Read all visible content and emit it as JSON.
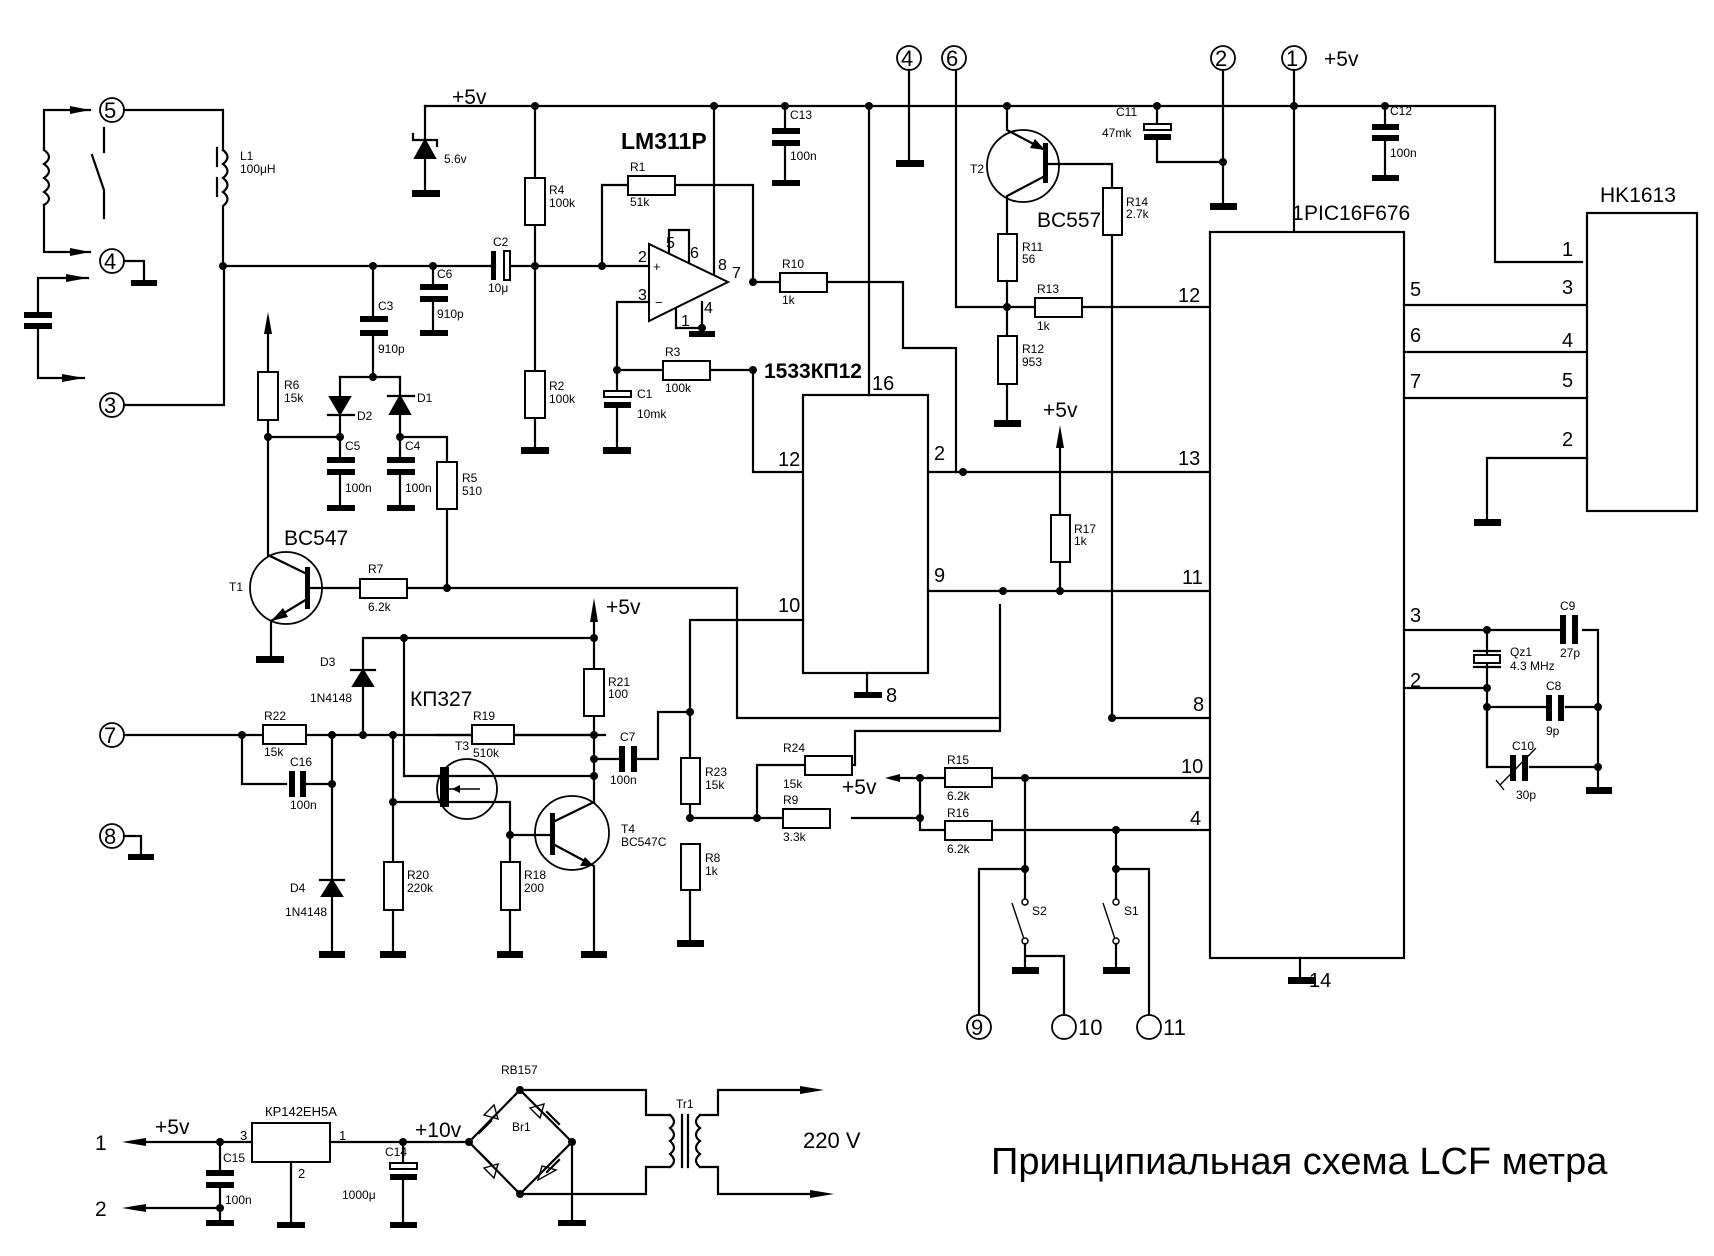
{
  "title": "Принципиальная схема LCF метра",
  "connectors": {
    "c1": "1",
    "c2": "2",
    "c3": "3",
    "c4": "4",
    "c5": "5",
    "c6": "6",
    "c7": "7",
    "c8": "8",
    "c9": "9",
    "c10": "10",
    "c11": "11",
    "c4top": "4",
    "c6top": "6",
    "c2top": "2",
    "c1top": "1"
  },
  "rails": {
    "plus5_main": "+5v",
    "plus5_right": "+5v",
    "plus5_r17": "+5v",
    "plus5_r21": "+5v",
    "plus5_r15": "+5v",
    "plus5_psu": "+5v",
    "plus10_psu": "+10v",
    "mains": "220 V"
  },
  "ics": {
    "comparator": {
      "name": "LM311P",
      "pins": {
        "p2": "2",
        "p3": "3",
        "p5": "5",
        "p6": "6",
        "p8": "8",
        "p7": "7",
        "p4": "4",
        "p1": "1"
      },
      "plus": "+",
      "minus": "−"
    },
    "mux": {
      "name": "1533КП12",
      "pins": {
        "p16": "16",
        "p12": "12",
        "p2": "2",
        "p9": "9",
        "p10": "10",
        "p8": "8"
      }
    },
    "mcu": {
      "name": "PIC16F676",
      "pins": {
        "p1": "1",
        "p12": "12",
        "p13": "13",
        "p11": "11",
        "p8": "8",
        "p10": "10",
        "p4": "4",
        "p14": "14",
        "p5": "5",
        "p6": "6",
        "p7": "7",
        "p3": "3",
        "p2": "2"
      }
    },
    "lcd": {
      "name": "HK1613",
      "pins": {
        "p1": "1",
        "p3": "3",
        "p4": "4",
        "p5": "5",
        "p2": "2"
      }
    },
    "regulator": {
      "name": "КР142ЕН5А",
      "pins": {
        "p3": "3",
        "p1": "1",
        "p2": "2"
      }
    }
  },
  "components": {
    "L1": {
      "ref": "L1",
      "value": "100μH"
    },
    "zener": {
      "value": "5.6v"
    },
    "C1": {
      "ref": "C1",
      "value": "10mk"
    },
    "C2": {
      "ref": "C2",
      "value": "10μ"
    },
    "C3": {
      "ref": "C3",
      "value": "910p"
    },
    "C4": {
      "ref": "C4",
      "value": "100n"
    },
    "C5": {
      "ref": "C5",
      "value": "100n"
    },
    "C6": {
      "ref": "C6",
      "value": "910p"
    },
    "C7": {
      "ref": "C7",
      "value": "100n"
    },
    "C8": {
      "ref": "C8",
      "value": "9p"
    },
    "C9": {
      "ref": "C9",
      "value": "27p"
    },
    "C10": {
      "ref": "C10",
      "value": "30p"
    },
    "C11": {
      "ref": "C11",
      "value": "47mk"
    },
    "C12": {
      "ref": "C12",
      "value": "100n"
    },
    "C13": {
      "ref": "C13",
      "value": "100n"
    },
    "C14": {
      "ref": "C14",
      "value": "1000μ"
    },
    "C15": {
      "ref": "C15",
      "value": "100n"
    },
    "C16": {
      "ref": "C16",
      "value": "100n"
    },
    "R1": {
      "ref": "R1",
      "value": "51k"
    },
    "R2": {
      "ref": "R2",
      "value": "100k"
    },
    "R3": {
      "ref": "R3",
      "value": "100k"
    },
    "R4": {
      "ref": "R4",
      "value": "100k"
    },
    "R5": {
      "ref": "R5",
      "value": "510"
    },
    "R6": {
      "ref": "R6",
      "value": "15k"
    },
    "R7": {
      "ref": "R7",
      "value": "6.2k"
    },
    "R8": {
      "ref": "R8",
      "value": "1k"
    },
    "R9": {
      "ref": "R9",
      "value": "3.3k"
    },
    "R10": {
      "ref": "R10",
      "value": "1k"
    },
    "R11": {
      "ref": "R11",
      "value": "56"
    },
    "R12": {
      "ref": "R12",
      "value": "953"
    },
    "R13": {
      "ref": "R13",
      "value": "1k"
    },
    "R14": {
      "ref": "R14",
      "value": "2.7k"
    },
    "R15": {
      "ref": "R15",
      "value": "6.2k"
    },
    "R16": {
      "ref": "R16",
      "value": "6.2k"
    },
    "R17": {
      "ref": "R17",
      "value": "1k"
    },
    "R18": {
      "ref": "R18",
      "value": "200"
    },
    "R19": {
      "ref": "R19",
      "value": "510k"
    },
    "R20": {
      "ref": "R20",
      "value": "220k"
    },
    "R21": {
      "ref": "R21",
      "value": "100"
    },
    "R22": {
      "ref": "R22",
      "value": "15k"
    },
    "R23": {
      "ref": "R23",
      "value": "15k"
    },
    "R24": {
      "ref": "R24",
      "value": "15k"
    },
    "D1": {
      "ref": "D1"
    },
    "D2": {
      "ref": "D2"
    },
    "D3": {
      "ref": "D3",
      "value": "1N4148"
    },
    "D4": {
      "ref": "D4",
      "value": "1N4148"
    },
    "T1": {
      "ref": "T1",
      "value": "BC547"
    },
    "T2": {
      "ref": "T2",
      "value": "BC557"
    },
    "T3": {
      "ref": "T3",
      "value": "КП327"
    },
    "T4": {
      "ref": "T4",
      "value": "BC547C"
    },
    "Qz1": {
      "ref": "Qz1",
      "value": "4.3 MHz"
    },
    "S1": {
      "ref": "S1"
    },
    "S2": {
      "ref": "S2"
    },
    "Br1": {
      "ref": "Br1",
      "value": "RB157"
    },
    "Tr1": {
      "ref": "Tr1"
    }
  },
  "psu_outputs": {
    "out1": "1",
    "out2": "2"
  }
}
